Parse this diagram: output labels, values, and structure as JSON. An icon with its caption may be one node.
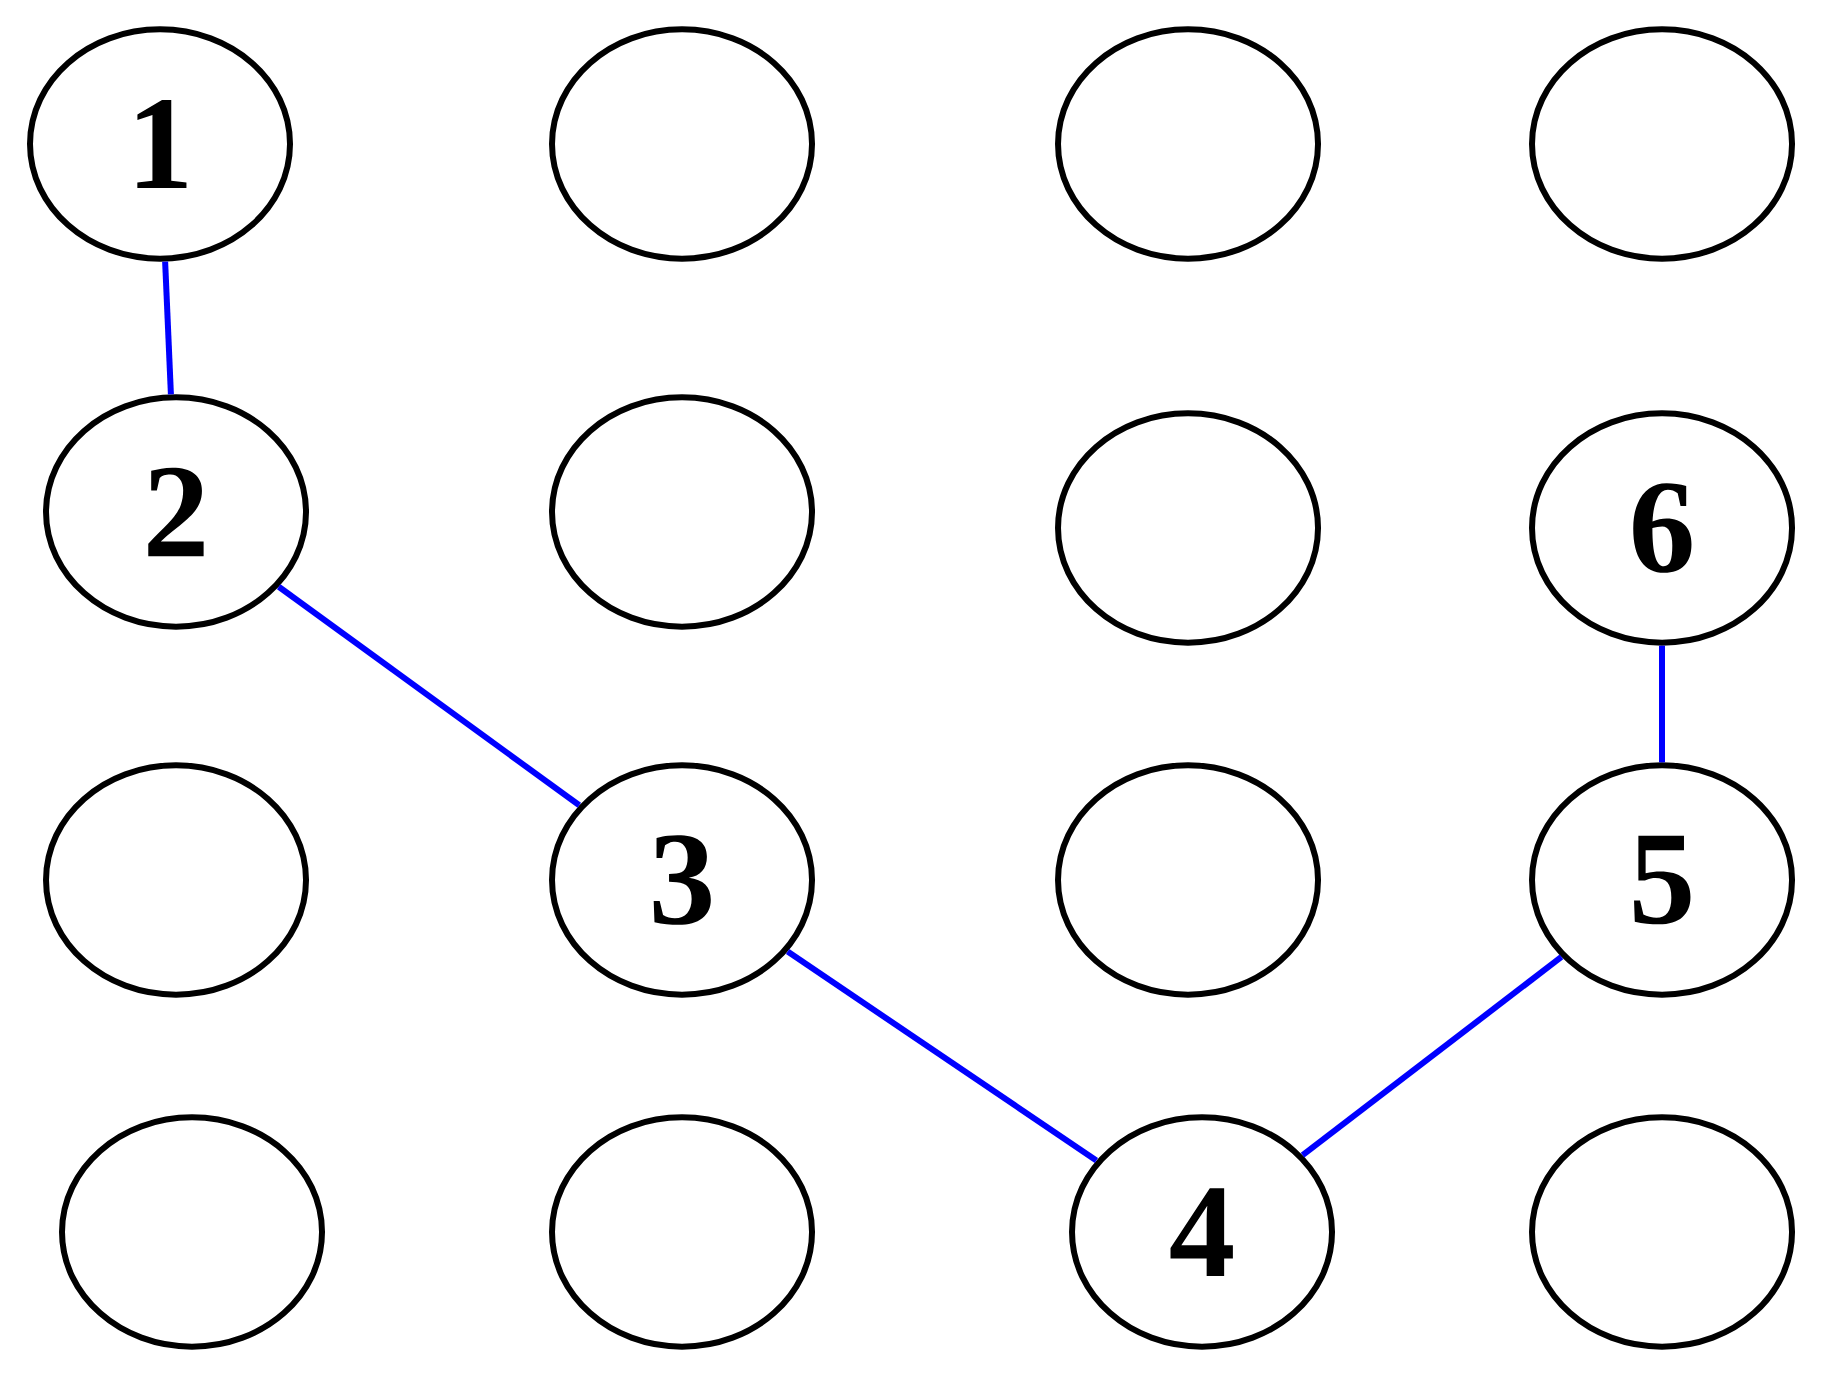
{
  "diagram": {
    "nodes": [
      {
        "text": [
          "1"
        ]
      },
      {
        "text": [],
        "shape": "circle"
      },
      {
        "text": [],
        "shape": "circle"
      },
      {
        "text": [],
        "shape": "circle"
      },
      {
        "text": [
          "2"
        ]
      },
      {
        "text": [],
        "shape": "circle"
      },
      {
        "text": [],
        "shape": "circle"
      },
      {
        "text": [
          "6"
        ]
      },
      {
        "text": [],
        "shape": "circle"
      },
      {
        "text": [
          "3"
        ]
      },
      {
        "text": [],
        "shape": "circle"
      },
      {
        "text": [
          "5"
        ]
      },
      {
        "text": [],
        "shape": "circle"
      },
      {
        "text": [],
        "shape": "circle"
      },
      {
        "text": [
          "4"
        ]
      },
      {
        "text": [],
        "shape": "circle"
      }
    ],
    "edges": [
      {
        "from": 0,
        "to": 4,
        "arrow": "none",
        "color": "#0000ff"
      },
      {
        "from": 4,
        "to": 9,
        "arrow": "none",
        "color": "#0000ff"
      },
      {
        "from": 9,
        "to": 14,
        "arrow": "none",
        "color": "#0000ff"
      },
      {
        "from": 14,
        "to": 11,
        "arrow": "none",
        "color": "#0000ff"
      },
      {
        "from": 11,
        "to": 7,
        "arrow": "none",
        "color": "#0000ff"
      }
    ]
  }
}
